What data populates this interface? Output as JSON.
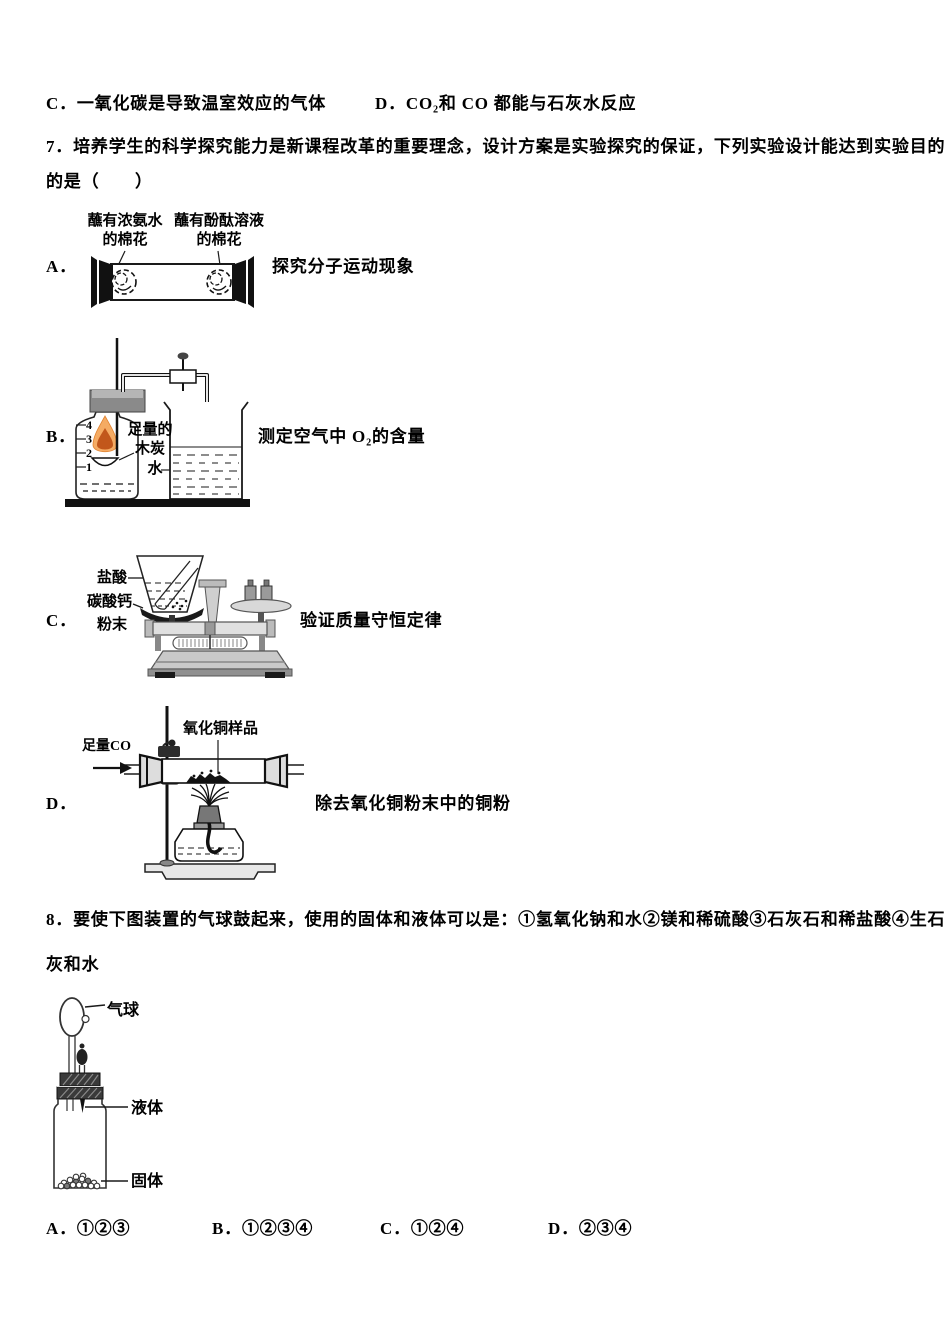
{
  "prev": {
    "c": "C．一氧化碳是导致温室效应的气体",
    "d": "D．CO₂和 CO 都能与石灰水反应"
  },
  "q7": {
    "line1": "7．培养学生的科学探究能力是新课程改革的重要理念，设计方案是实验探究的保证，下列实验设计能达到实验目的",
    "line2": "的是（　　）",
    "option_a": {
      "letter": "A．",
      "desc": "探究分子运动现象",
      "label_ammonia": "蘸有浓氨水\n的棉花",
      "label_phenolphthalein": "蘸有酚酞溶液\n的棉花"
    },
    "option_b": {
      "letter": "B．",
      "desc": "测定空气中 O₂的含量",
      "label_charcoal": "足量的\n木炭",
      "label_water": "水",
      "scale_text": "4\n3\n2\n1"
    },
    "option_c": {
      "letter": "C．",
      "desc": "验证质量守恒定律",
      "label_acid": "盐酸",
      "label_carbonate": "碳酸钙",
      "label_powder": "粉末"
    },
    "option_d": {
      "letter": "D．",
      "desc": "除去氧化铜粉末中的铜粉",
      "label_gas": "足量CO",
      "label_sample": "氧化铜样品"
    }
  },
  "q8": {
    "line1": "8．要使下图装置的气球鼓起来，使用的固体和液体可以是：①氢氧化钠和水②镁和稀硫酸③石灰石和稀盐酸④生石",
    "line2": "灰和水",
    "diagram": {
      "label_balloon": "气球",
      "label_liquid": "液体",
      "label_solid": "固体"
    },
    "answer_a": "A．①②③",
    "answer_b": "B．①②③④",
    "answer_c": "C．①②④",
    "answer_d": "D．②③④"
  },
  "colors": {
    "flame_outer": "#F5AB63",
    "flame_inner": "#C2571B",
    "ink": "#1a1a1a"
  }
}
